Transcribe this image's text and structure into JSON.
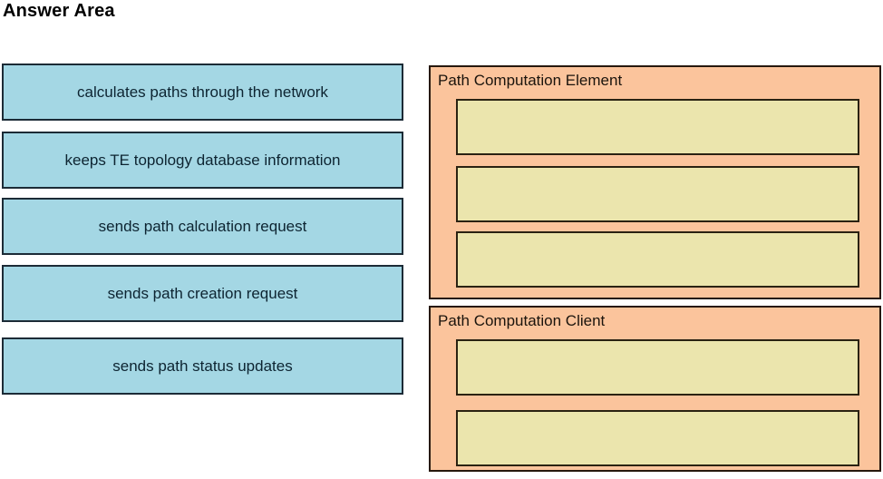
{
  "title": "Answer Area",
  "colors": {
    "drag_item_bg": "#a4d7e4",
    "drag_item_border": "#1c2b36",
    "panel_bg": "#fbc49c",
    "panel_border": "#26180d",
    "slot_bg": "#ebe5ad",
    "slot_border": "#2a2212",
    "text": "#000000"
  },
  "drag_items": [
    {
      "label": "calculates paths through the network"
    },
    {
      "label": "keeps TE topology database information"
    },
    {
      "label": "sends path calculation request"
    },
    {
      "label": "sends path creation request"
    },
    {
      "label": "sends path status updates"
    }
  ],
  "drop_groups": [
    {
      "title": "Path Computation Element",
      "slot_count": 3
    },
    {
      "title": "Path Computation Client",
      "slot_count": 2
    }
  ]
}
